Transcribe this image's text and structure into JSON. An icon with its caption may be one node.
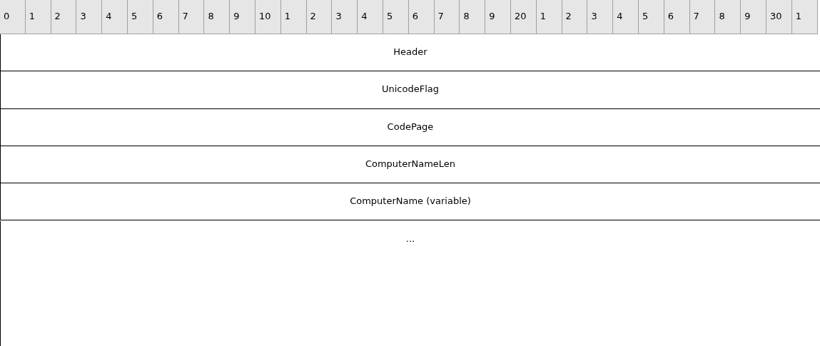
{
  "diagram": {
    "labels": [
      "0",
      "1",
      "2",
      "3",
      "4",
      "5",
      "6",
      "7",
      "8",
      "9",
      "10",
      "1",
      "2",
      "3",
      "4",
      "5",
      "6",
      "7",
      "8",
      "9",
      "20",
      "1",
      "2",
      "3",
      "4",
      "5",
      "6",
      "7",
      "8",
      "9",
      "30",
      "1",
      "Header",
      "UnicodeFlag",
      "CodePage",
      "ComputerNameLen",
      "ComputerName (variable)",
      "..."
    ]
  }
}
